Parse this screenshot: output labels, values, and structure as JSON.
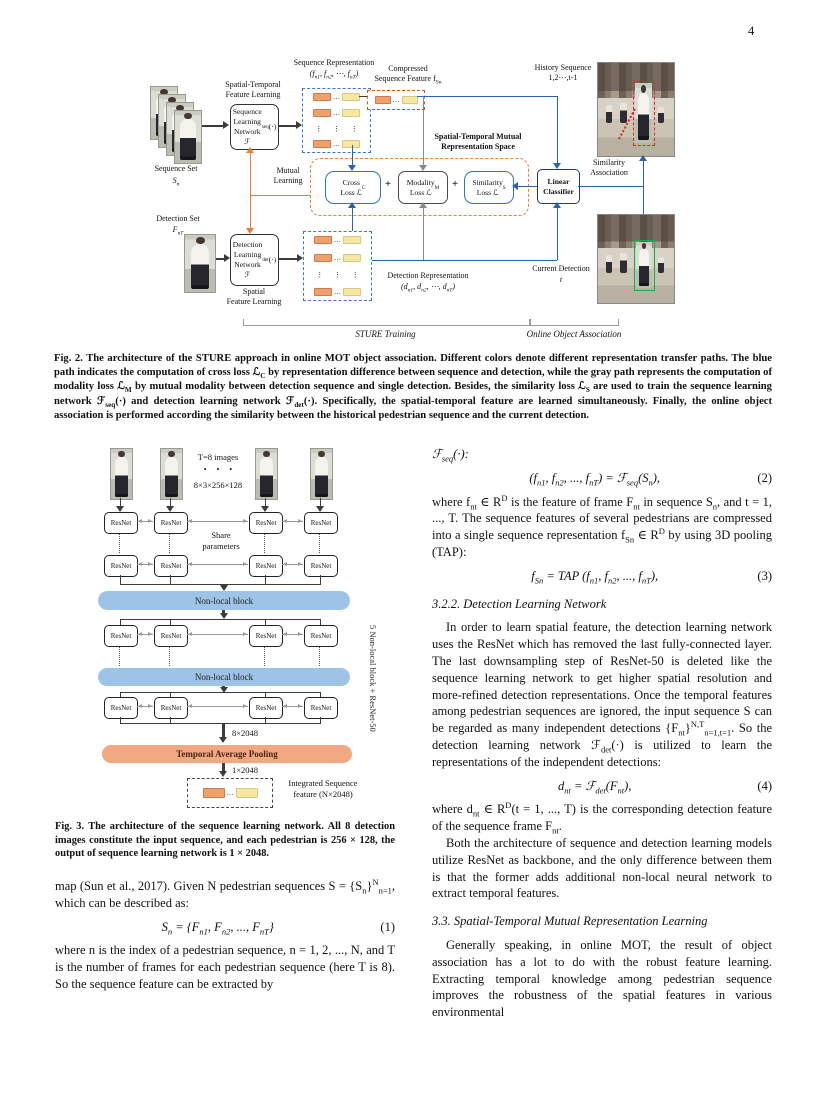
{
  "page": {
    "number": "4"
  },
  "colors": {
    "blue_path": "#2b63ad",
    "gray_path": "#8a8a8a",
    "orange_accent": "#ed7d31",
    "blue_box_border": "#2e75b6",
    "nonlocal_pill": "#9dc3e6",
    "tap_pill": "#f1a983",
    "bar_orange": "#efa06b",
    "bar_yellow": "#f6e8a4",
    "red_detection": "#e0281e",
    "green_detection": "#0db14b"
  },
  "fig2": {
    "seq_set": "Sequence Set",
    "seq_set_sym": "S~n~",
    "stfl": "Spatial-Temporal\nFeature Learning",
    "seq_net": "Sequence\nLearning\nNetwork\nℱ~seq~(·)",
    "seq_rep_title": "Sequence Representation",
    "seq_rep_sym": "(f~n1~, f~n2~, ⋯, f~nT~)",
    "mutual": "Mutual\nLearning",
    "compressed": "Compressed\nSequence Feature f~Sn~",
    "history": "History Sequence\n1,2⋯,t-1",
    "stm_space": "Spatial-Temporal Mutual\nRepresentation Space",
    "cross": "Cross\nLoss ℒ~C~",
    "plus": "+",
    "modality": "Modality\nLoss ℒ~M~",
    "similarity": "Similarity\nLoss ℒ~S~",
    "linear": "Linear\nClassifier",
    "sim_assoc": "Similarity\nAssociation",
    "det_set": "Detection Set",
    "det_set_sym": "F~nT~",
    "det_net": "Detection\nLearning\nNetwork\nℱ~det~(·)",
    "spatial_fl": "Spatial\nFeature Learning",
    "det_rep_title": "Detection Representation",
    "det_rep_sym": "(d~n1~, d~n2~, ⋯, d~nT~)",
    "current_det": "Current Detection",
    "current_det_sym": "t",
    "sture": "STURE Training",
    "online": "Online Object Association",
    "ellipsis": "…",
    "vdots": "⋮ ⋮ ⋮",
    "caption": "Fig. 2. The architecture of the STURE approach in online MOT object association.  Different colors denote different representation transfer paths.  The blue path indicates the computation of cross loss ℒ~C~ by representation difference between sequence and detection, while the gray path represents the computation of modality loss ℒ~M~ by mutual modality between detection sequence and single detection. Besides, the similarity loss ℒ~S~ are used to train the sequence learning network ℱ~seq~(·) and detection learning network ℱ~det~(·). Specifically, the spatial-temporal feature are learned simultaneously. Finally, the online object association is performed according the similarity between the historical pedestrian sequence and the current detection."
  },
  "fig3": {
    "t8": "T=8 images",
    "dots3": "• • •",
    "dims": "8×3×256×128",
    "resnet": "ResNet",
    "share": "Share\nparameters",
    "nonlocal": "Non-local block",
    "d8": "8×2048",
    "tap": "Temporal Average Pooling",
    "d1": "1×2048",
    "integrated": "Integrated Sequence\nfeature (N×2048)",
    "side": "5 Non-local block + ResNet-50",
    "ellipsis": "…",
    "caption": "Fig. 3. The architecture of the sequence learning network.  All 8 detection images constitute the input sequence, and each pedestrian is 256 × 128, the output of sequence learning network is 1 × 2048."
  },
  "left_col": {
    "p1": "map (Sun et al., 2017).  Given N pedestrian sequences S = {S~n~}^N^~n=1~, which can be described as:",
    "eq1": {
      "formula": "S~n~ = {F~n1~, F~n2~, ..., F~nT~}",
      "number": "(1)"
    },
    "p2": "where n is the index of a pedestrian sequence, n = 1, 2, ..., N, and T is the number of frames for each pedestrian sequence (here T is 8).  So the sequence feature can be extracted by"
  },
  "right_col": {
    "lead": "ℱ~seq~(·):",
    "eq2": {
      "formula": "(f~n1~, f~n2~, ..., f~nT~) = ℱ~seq~(S~n~),",
      "number": "(2)"
    },
    "p1": "where f~nt~ ∈ R^D^ is the feature of frame F~nt~ in sequence S~n~, and t = 1, ..., T.  The sequence features of several pedestrians are compressed into a single sequence representation f~Sn~ ∈ R^D^ by using 3D pooling (TAP):",
    "eq3": {
      "formula": "f~Sn~ = TAP (f~n1~, f~n2~, ..., f~nT~),",
      "number": "(3)"
    },
    "h322": "3.2.2.  Detection Learning Network",
    "p2": "In order to learn spatial feature, the detection learning network uses the ResNet which has removed the last fully-connected layer.  The last downsampling step of ResNet-50 is deleted like the sequence learning network to get higher spatial resolution and more-refined detection representations. Once the temporal features among pedestrian sequences are ignored, the input sequence S can be regarded as many independent detections {F~nt~}^N,T^~n=1,t=1~.  So the detection learning network ℱ~det~(·) is utilized to learn the representations of the independent detections:",
    "eq4": {
      "formula": "d~nt~ = ℱ~det~(F~nt~),",
      "number": "(4)"
    },
    "p3": "where d~nt~ ∈ R^D^(t = 1, ..., T) is the corresponding detection feature of the sequence frame F~nt~.",
    "p4": "Both the architecture of sequence and detection learning models utilize ResNet as backbone, and the only difference between them is that the former adds additional non-local neural network to extract temporal features.",
    "h33": "3.3.  Spatial-Temporal Mutual Representation Learning",
    "p5": "Generally speaking, in online MOT, the result of object association has a lot to do with the robust feature learning.  Extracting temporal knowledge among pedestrian sequence improves the robustness of the spatial features in various environmental"
  }
}
